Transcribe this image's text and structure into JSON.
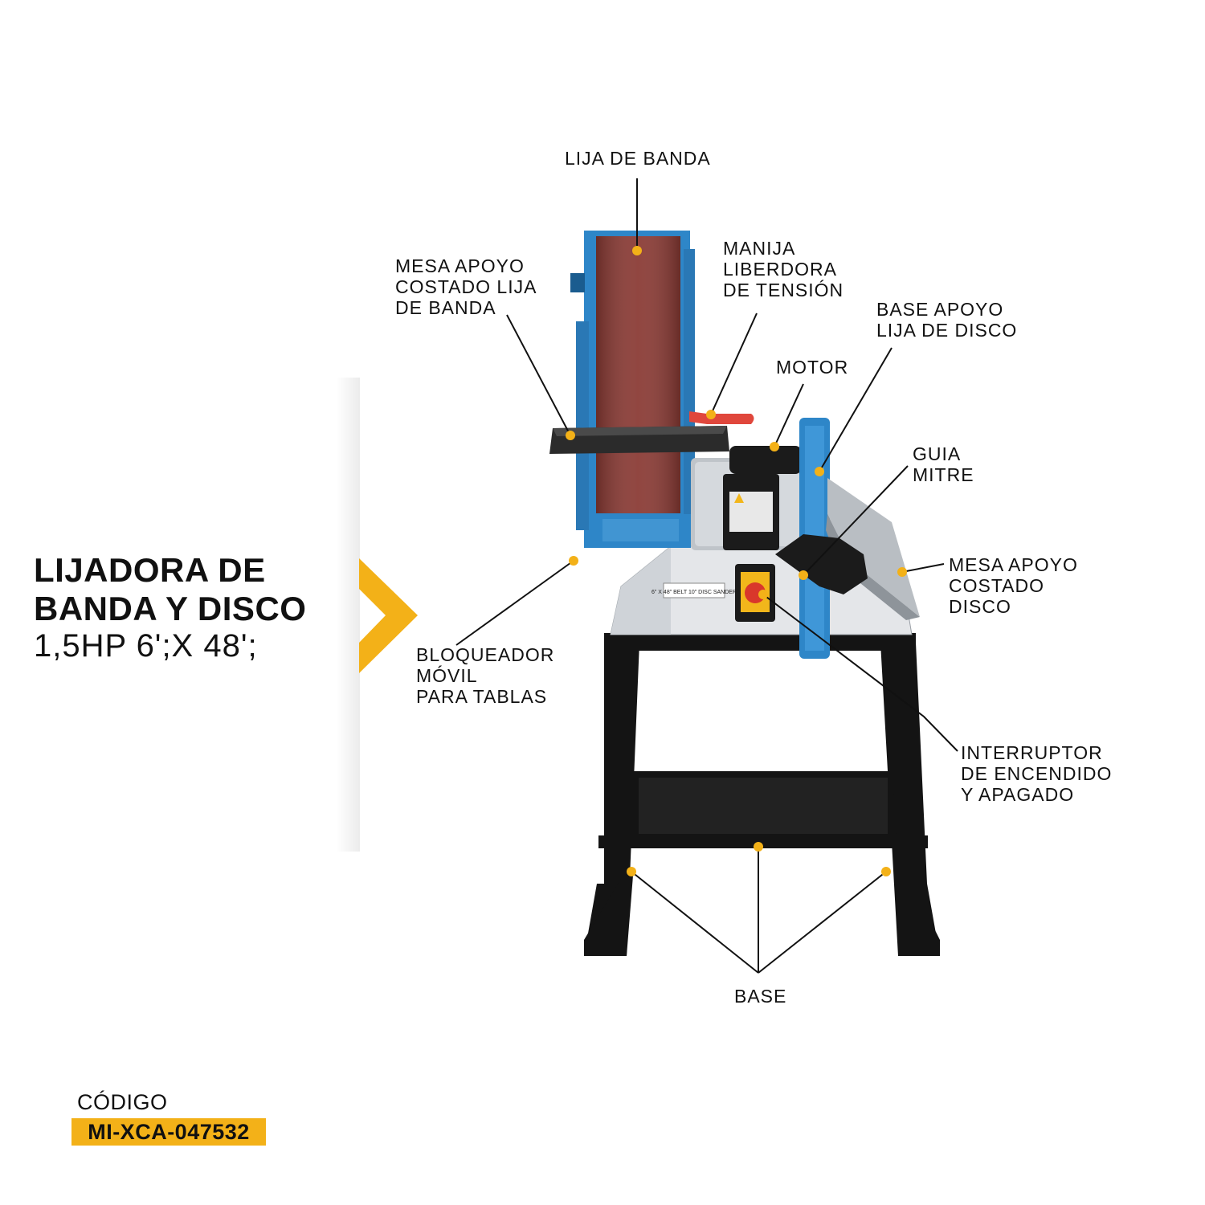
{
  "title": {
    "line1": "LIJADORA DE",
    "line2": "BANDA Y DISCO",
    "line3": "1,5HP 6';X 48';"
  },
  "code": {
    "label": "CÓDIGO",
    "value": "MI-XCA-047532"
  },
  "callouts": {
    "lija_banda": [
      "LIJA DE BANDA"
    ],
    "mesa_banda": [
      "MESA APOYO",
      "COSTADO LIJA",
      "DE BANDA"
    ],
    "manija": [
      "MANIJA",
      "LIBERDORA",
      "DE TENSIÓN"
    ],
    "base_disco": [
      "BASE APOYO",
      "LIJA DE DISCO"
    ],
    "motor": [
      "MOTOR"
    ],
    "guia": [
      "GUIA",
      "MITRE"
    ],
    "mesa_disco": [
      "MESA APOYO",
      "COSTADO",
      "DISCO"
    ],
    "bloqueador": [
      "BLOQUEADOR",
      "MÓVIL",
      "PARA TABLAS"
    ],
    "interruptor": [
      "INTERRUPTOR",
      "DE ENCENDIDO",
      "Y APAGADO"
    ],
    "base": [
      "BASE"
    ]
  },
  "machine_plate": "6\" X 48\" BELT 10\" DISC SANDER",
  "colors": {
    "accent": "#f3b118",
    "machine_blue": "#2e86c8",
    "belt": "#8a3a34",
    "stand": "#141414",
    "switch_red": "#d9372b"
  }
}
